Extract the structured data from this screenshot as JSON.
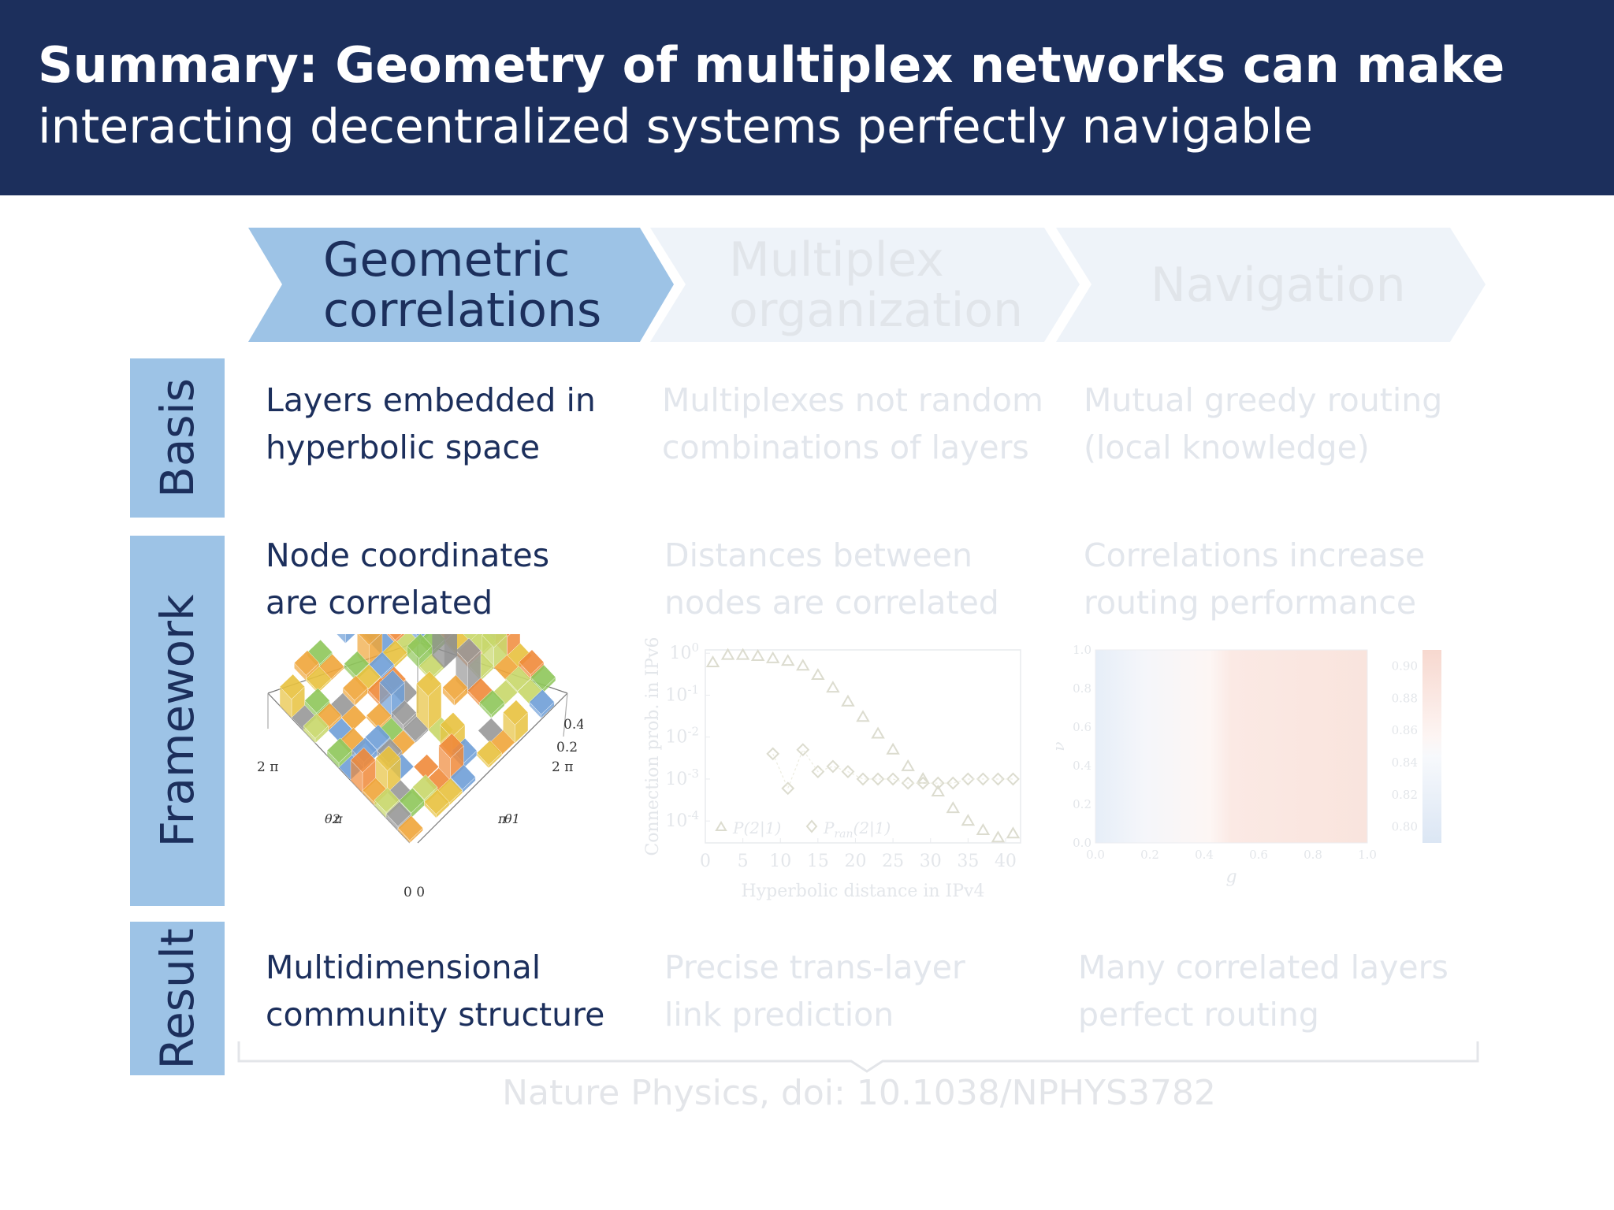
{
  "header": {
    "title_bold": "Summary: Geometry of multiplex networks can make",
    "title_light": "interacting decentralized systems perfectly navigable"
  },
  "columns": [
    {
      "label_line1": "Geometric",
      "label_line2": "correlations",
      "active": true
    },
    {
      "label_line1": "Multiplex",
      "label_line2": "organization",
      "active": false
    },
    {
      "label_line1": "Navigation",
      "label_line2": "",
      "active": false
    }
  ],
  "rows": [
    {
      "label": "Basis"
    },
    {
      "label": "Framework"
    },
    {
      "label": "Result"
    }
  ],
  "cells": {
    "basis": [
      {
        "line1": "Layers embedded in",
        "line2": "hyperbolic space"
      },
      {
        "line1": "Multiplexes not random",
        "line2": "combinations of layers"
      },
      {
        "line1": "Mutual  greedy routing",
        "line2": "(local knowledge)"
      }
    ],
    "framework": [
      {
        "line1": "Node coordinates",
        "line2": "are correlated"
      },
      {
        "line1": "Distances between",
        "line2": "nodes are correlated"
      },
      {
        "line1": "Correlations increase",
        "line2": "routing performance"
      }
    ],
    "result": [
      {
        "line1": "Multidimensional",
        "line2": "community structure"
      },
      {
        "line1": "Precise trans-layer",
        "line2": "link prediction"
      },
      {
        "line1": "Many correlated layers",
        "line2": "perfect routing"
      }
    ]
  },
  "histogram3d": {
    "z_ticks": [
      "0.4",
      "0.2"
    ],
    "left_tick": "2 π",
    "right_tick": "2 π",
    "theta2_label": "θ2",
    "theta1_label": "θ1",
    "pi_left": "π",
    "pi_right": "π",
    "origin": "0 0"
  },
  "chart_data": [
    {
      "type": "scatter",
      "xlabel": "Hyperbolic distance in IPv4",
      "ylabel": "Connection prob. in IPv6",
      "yscale": "log",
      "xlim": [
        0,
        42
      ],
      "ylim": [
        3e-05,
        1.2
      ],
      "x_ticks": [
        "0",
        "5",
        "10",
        "15",
        "20",
        "25",
        "30",
        "35",
        "40"
      ],
      "y_ticks": [
        "10^0",
        "10^-1",
        "10^-2",
        "10^-3",
        "10^-4"
      ],
      "series": [
        {
          "name": "P(2|1)",
          "marker": "triangle",
          "x": [
            1,
            3,
            5,
            7,
            9,
            11,
            13,
            15,
            17,
            19,
            21,
            23,
            25,
            27,
            29,
            31,
            33,
            35,
            37,
            39,
            41
          ],
          "y": [
            0.6,
            0.9,
            0.9,
            0.85,
            0.75,
            0.65,
            0.5,
            0.3,
            0.15,
            0.07,
            0.03,
            0.012,
            0.005,
            0.002,
            0.001,
            0.0005,
            0.0002,
            0.0001,
            6e-05,
            4e-05,
            5e-05
          ]
        },
        {
          "name": "P_ran(2|1)",
          "marker": "diamond",
          "x": [
            9,
            11,
            13,
            15,
            17,
            19,
            21,
            23,
            25,
            27,
            29,
            31,
            33,
            35,
            37,
            39,
            41
          ],
          "y": [
            0.004,
            0.0006,
            0.005,
            0.0015,
            0.002,
            0.0015,
            0.001,
            0.001,
            0.001,
            0.0008,
            0.0008,
            0.0008,
            0.0008,
            0.001,
            0.001,
            0.001,
            0.001
          ]
        }
      ],
      "legend": {
        "p1": "P(2|1)",
        "p2": "P",
        "p2_sub": "ran",
        "p2_rest": "(2|1)"
      }
    },
    {
      "type": "heatmap",
      "xlabel": "g",
      "ylabel": "ν",
      "xlim": [
        0,
        1
      ],
      "ylim": [
        0,
        1
      ],
      "x_ticks": [
        "0.0",
        "0.2",
        "0.4",
        "0.6",
        "0.8",
        "1.0"
      ],
      "y_ticks": [
        "0.0",
        "0.2",
        "0.4",
        "0.6",
        "0.8",
        "1.0"
      ],
      "colorbar_ticks": [
        "0.90",
        "0.88",
        "0.86",
        "0.84",
        "0.82",
        "0.80"
      ],
      "colorbar_range": [
        0.79,
        0.91
      ]
    }
  ],
  "footer": {
    "citation": "Nature Physics, doi: 10.1038/NPHYS3782"
  },
  "colors": {
    "header_bg": "#1c2f5c",
    "accent": "#9dc3e6",
    "text_dark": "#1c2f5c",
    "faded_text": "#e2e6ec",
    "faded_chevron": "#eef3f9"
  }
}
